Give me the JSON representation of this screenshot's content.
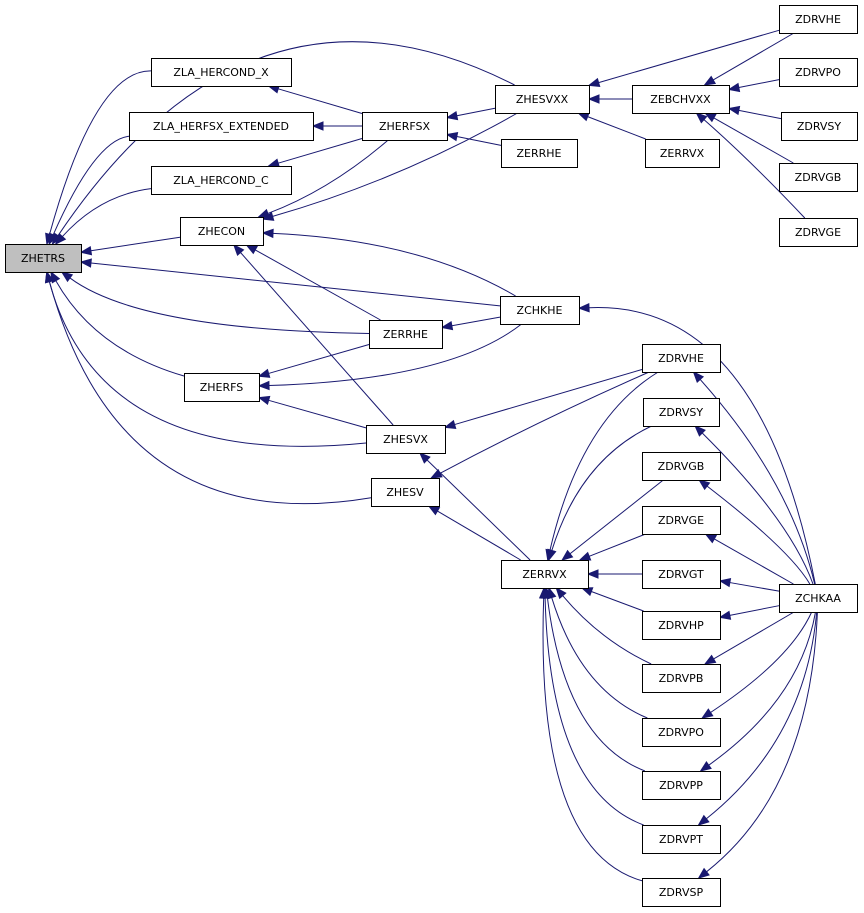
{
  "colors": {
    "edge": "#191970",
    "node_border": "#000000",
    "root_fill": "#bfbfbf",
    "node_fill": "#ffffff"
  },
  "nodes": {
    "ZHETRS": "ZHETRS",
    "ZLA_HERCOND_X": "ZLA_HERCOND_X",
    "ZLA_HERFSX_EXTENDED": "ZLA_HERFSX_EXTENDED",
    "ZLA_HERCOND_C": "ZLA_HERCOND_C",
    "ZHECON": "ZHECON",
    "ZHERFS": "ZHERFS",
    "ZHERFSX": "ZHERFSX",
    "ZERRHE_1": "ZERRHE",
    "ZHESVX_1": "ZHESVX",
    "ZHESV": "ZHESV",
    "ZHESVXX": "ZHESVXX",
    "ZERRHE_2": "ZERRHE",
    "ZCHKHE": "ZCHKHE",
    "ZERRVX_1": "ZERRVX",
    "ZEBCHVXX": "ZEBCHVXX",
    "ZERRVX_2": "ZERRVX",
    "ZDRVHE_1": "ZDRVHE",
    "ZDRVPO_1": "ZDRVPO",
    "ZDRVSY_1": "ZDRVSY",
    "ZDRVGB_1": "ZDRVGB",
    "ZDRVGE_1": "ZDRVGE",
    "ZDRVHE_2": "ZDRVHE",
    "ZDRVSY_2": "ZDRVSY",
    "ZDRVGB_2": "ZDRVGB",
    "ZDRVGE_2": "ZDRVGE",
    "ZDRVGT": "ZDRVGT",
    "ZDRVHP": "ZDRVHP",
    "ZDRVPB": "ZDRVPB",
    "ZDRVPO_2": "ZDRVPO",
    "ZDRVPP": "ZDRVPP",
    "ZDRVPT": "ZDRVPT",
    "ZDRVSP": "ZDRVSP",
    "ZCHKAA": "ZCHKAA"
  }
}
